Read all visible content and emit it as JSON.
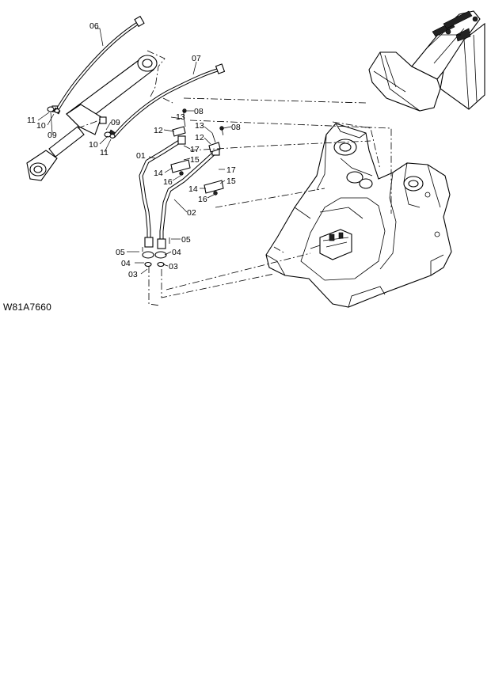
{
  "drawing_id": "W81A7660",
  "callouts": {
    "c01": "01",
    "c02": "02",
    "c03a": "03",
    "c03b": "03",
    "c04a": "04",
    "c04b": "04",
    "c05a": "05",
    "c05b": "05",
    "c06": "06",
    "c07": "07",
    "c08a": "08",
    "c08b": "08",
    "c09a": "09",
    "c09b": "09",
    "c10a": "10",
    "c10b": "10",
    "c11a": "11",
    "c11b": "11",
    "c12a": "12",
    "c12b": "12",
    "c13a": "13",
    "c13b": "13",
    "c14a": "14",
    "c14b": "14",
    "c15a": "15",
    "c15b": "15",
    "c16a": "16",
    "c16b": "16",
    "c17a": "17",
    "c17b": "17"
  }
}
